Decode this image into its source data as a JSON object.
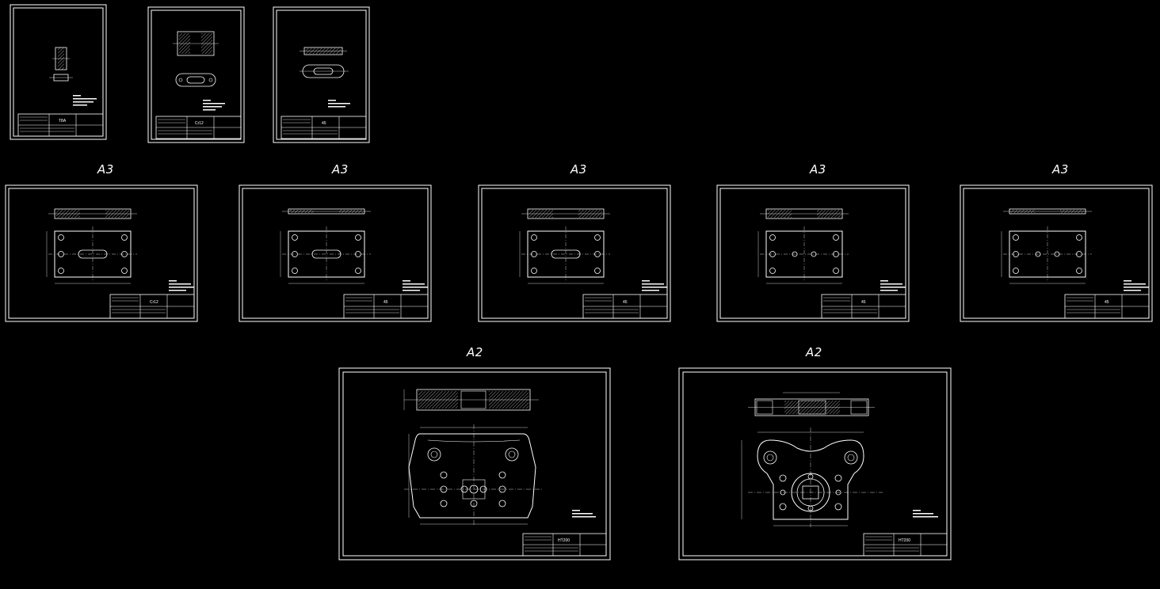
{
  "colors": {
    "background": "#000000",
    "line": "#ffffff"
  },
  "labels": {
    "a3_1": "A3",
    "a3_2": "A3",
    "a3_3": "A3",
    "a3_4": "A3",
    "a3_5": "A3",
    "a2_1": "A2",
    "a2_2": "A2"
  },
  "title_block_codes": [
    "T8A",
    "Cr12",
    "45",
    "Cr12",
    "45",
    "45",
    "45",
    "45",
    "HT200",
    "HT200"
  ]
}
